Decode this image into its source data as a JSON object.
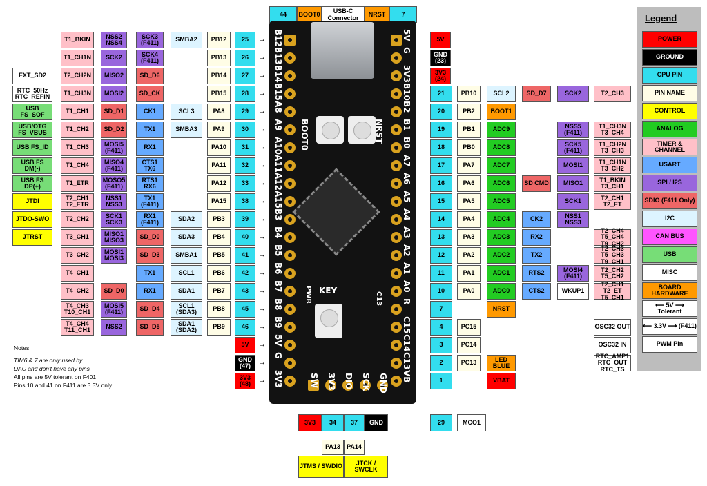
{
  "colors": {
    "power": "#ff0000",
    "ground": "#000000",
    "cpu": "#33ddee",
    "pinname": "#fffde6",
    "control": "#ffff00",
    "analog": "#22cc22",
    "timer": "#ffc0c8",
    "usart": "#66aaff",
    "spi": "#9966dd",
    "sdio": "#ee6666",
    "i2c": "#ddf4ff",
    "can": "#ff55ff",
    "usb": "#77dd77",
    "misc": "#ffffff",
    "board": "#ff9900"
  },
  "top": {
    "n44": "44",
    "boot0": "BOOT0",
    "usbc": "USB-C Connector",
    "nrst": "NRST",
    "n7": "7"
  },
  "board_left_labels": [
    "B12",
    "B13",
    "B14",
    "B15",
    "A8",
    "A9",
    "A10",
    "A11",
    "A12",
    "A15",
    "B3",
    "B4",
    "B5",
    "B6",
    "B7",
    "B8",
    "B9",
    "5V",
    "G",
    "3V3"
  ],
  "board_right_labels": [
    "5V",
    "G",
    "3V3",
    "B10",
    "B2",
    "B1",
    "B0",
    "A7",
    "A6",
    "A5",
    "A4",
    "A3",
    "A2",
    "A1",
    "A0",
    "R",
    "C15",
    "C14",
    "C13",
    "VB"
  ],
  "board_bottom_labels": [
    "SW",
    "3V3",
    "DIO",
    "SCK",
    "GND"
  ],
  "board_misc": {
    "boot0": "BOOT0",
    "nrst": "NRST",
    "key": "KEY",
    "pwr": "PWR",
    "c13": "C13"
  },
  "legend": {
    "title": "Legend",
    "items": [
      "POWER",
      "GROUND",
      "CPU PIN",
      "PIN NAME",
      "CONTROL",
      "ANALOG",
      "TIMER & CHANNEL",
      "USART",
      "SPI / I2S",
      "SDIO (F411 Only)",
      "I2C",
      "CAN BUS",
      "USB",
      "MISC",
      "BOARD HARDWARE",
      "⟵ 5V ⟶ Tolerant",
      "⟵ 3.3V ⟶ (F411)",
      "PWM Pin"
    ]
  },
  "notes": {
    "title": "Notes:",
    "line1": "TIM6 & 7 are only used by",
    "line2": "DAC and don't have any pins",
    "line3": "All pins are 5V tolerant on F401",
    "line4": "Pins 10 and 41 on F411 are 3.3V only."
  },
  "bottom": {
    "p3v3": "3V3",
    "p34": "34",
    "p37": "37",
    "gnd": "GND",
    "pa13": "PA13",
    "pa14": "PA14",
    "jtms": "JTMS / SWDIO",
    "jtck": "JTCK / SWCLK",
    "p29": "29",
    "mco1": "MCO1"
  },
  "left_rows": [
    [
      "T1_BKIN",
      "NSS2 NSS4",
      "SCK3 (F411)",
      "SMBA2",
      "PB12",
      "25",
      ""
    ],
    [
      "T1_CH1N",
      "SCK2",
      "SCK4 (F411)",
      "",
      "PB13",
      "26",
      ""
    ],
    [
      "T2_CH2N",
      "MISO2",
      "SD_D6",
      "",
      "PB14",
      "27",
      "EXT_SD2"
    ],
    [
      "T1_CH3N",
      "MOSI2",
      "SD_CK",
      "",
      "PB15",
      "28",
      "RTC_50Hz RTC_REFIN"
    ],
    [
      "T1_CH1",
      "SD_D1",
      "CK1",
      "SCL3",
      "PA8",
      "29",
      "USB FS_SOF"
    ],
    [
      "T1_CH2",
      "SD_D2",
      "TX1",
      "SMBA3",
      "PA9",
      "30",
      "USB/OTG FS_VBUS"
    ],
    [
      "T1_CH3",
      "MOSI5 (F411)",
      "RX1",
      "",
      "PA10",
      "31",
      "USB FS_ID"
    ],
    [
      "T1_CH4",
      "MISO4 (F411)",
      "CTS1 TX6",
      "",
      "PA11",
      "32",
      "USB FS DM(-)"
    ],
    [
      "T1_ETR",
      "MOSO5 (F411)",
      "RTS1 RX6",
      "",
      "PA12",
      "33",
      "USB FS DP(+)"
    ],
    [
      "T2_CH1 T2_ETR",
      "NSS1 NSS3",
      "TX1 (F411)",
      "",
      "PA15",
      "38",
      "JTDI"
    ],
    [
      "T2_CH2",
      "SCK1 SCK3",
      "RX1 (F411)",
      "SDA2",
      "PB3",
      "39",
      "JTDO-SWO"
    ],
    [
      "T3_CH1",
      "MISO1 MISO3",
      "SD_D0",
      "SDA3",
      "PB4",
      "40",
      "JTRST"
    ],
    [
      "T3_CH2",
      "MOSI1 MOSI3",
      "SD_D3",
      "SMBA1",
      "PB5",
      "41",
      ""
    ],
    [
      "T4_CH1",
      "",
      "TX1",
      "SCL1",
      "PB6",
      "42",
      ""
    ],
    [
      "T4_CH2",
      "SD_D0",
      "RX1",
      "SDA1",
      "PB7",
      "43",
      ""
    ],
    [
      "T4_CH3 T10_CH1",
      "MOSI5 (F411)",
      "SD_D4",
      "SCL1 (SDA3)",
      "PB8",
      "45",
      ""
    ],
    [
      "T4_CH4 T11_CH1",
      "NSS2",
      "SD_D5",
      "SDA1 (SDA2)",
      "PB9",
      "46",
      ""
    ]
  ],
  "left_power": [
    "5V",
    "GND (47)",
    "3V3 (48)"
  ],
  "right_power": [
    "5V",
    "GND (23)",
    "3V3 (24)"
  ],
  "right_rows": [
    [
      "21",
      "PB10",
      "SCL2",
      "SD_D7",
      "SCK2",
      "T2_CH3"
    ],
    [
      "20",
      "PB2",
      "BOOT1",
      "",
      "",
      ""
    ],
    [
      "19",
      "PB1",
      "ADC9",
      "",
      "NSS5 (F411)",
      "T1_CH3N T3_CH4"
    ],
    [
      "18",
      "PB0",
      "ADC8",
      "",
      "SCK5 (F411)",
      "T1_CH2N T3_CH3"
    ],
    [
      "17",
      "PA7",
      "ADC7",
      "",
      "MOSI1",
      "T1_CH1N T3_CH2"
    ],
    [
      "16",
      "PA6",
      "ADC6",
      "SD CMD",
      "MISO1",
      "T1_BKIN T3_CH1"
    ],
    [
      "15",
      "PA5",
      "ADC5",
      "",
      "SCK1",
      "T2_CH1 T2_ET"
    ],
    [
      "14",
      "PA4",
      "ADC4",
      "CK2",
      "NSS1 NSS3",
      ""
    ],
    [
      "13",
      "PA3",
      "ADC3",
      "RX2",
      "",
      "T2_CH4 T5_CH4 T9_CH2"
    ],
    [
      "12",
      "PA2",
      "ADC2",
      "TX2",
      "",
      "T2_CH3 T5_CH3 T9_CH1"
    ],
    [
      "11",
      "PA1",
      "ADC1",
      "RTS2",
      "MOSI4 (F411)",
      "T2_CH2 T5_CH2"
    ],
    [
      "10",
      "PA0",
      "ADC0",
      "CTS2",
      "WKUP1",
      "T2_CH1 T2_ET T5_CH1"
    ],
    [
      "7",
      "",
      "NRST",
      "",
      "",
      ""
    ],
    [
      "4",
      "PC15",
      "",
      "",
      "",
      "OSC32 OUT"
    ],
    [
      "3",
      "PC14",
      "",
      "",
      "",
      "OSC32 IN"
    ],
    [
      "2",
      "PC13",
      "LED BLUE",
      "",
      "",
      "RTC_AMP1 RTC_OUT RTC_TS"
    ],
    [
      "1",
      "",
      "VBAT",
      "",
      "",
      ""
    ]
  ]
}
